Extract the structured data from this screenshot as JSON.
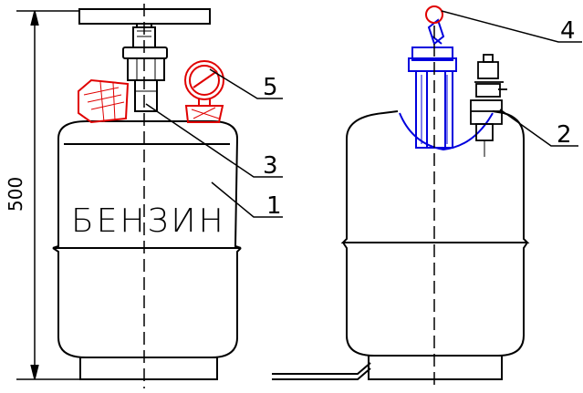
{
  "drawing": {
    "tank_inscription": "БЕНЗИН",
    "dimension_height": "500",
    "callouts": [
      "1",
      "2",
      "3",
      "4",
      "5"
    ],
    "colors": {
      "line": "#000000",
      "fittings": "#e00000",
      "section": "#0000dd"
    }
  }
}
